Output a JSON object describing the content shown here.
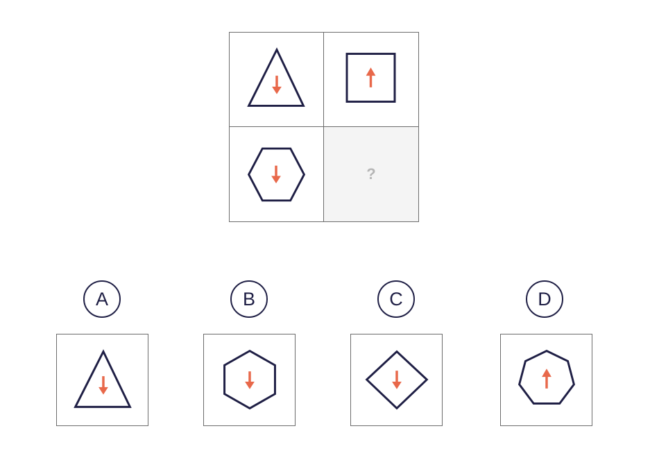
{
  "puzzle": {
    "missing_label": "?",
    "cells": [
      {
        "shape": "triangle",
        "arrow": "down"
      },
      {
        "shape": "square",
        "arrow": "up"
      },
      {
        "shape": "hexagon",
        "arrow": "down"
      },
      {
        "shape": "missing"
      }
    ]
  },
  "options": [
    {
      "label": "A",
      "shape": "triangle",
      "arrow": "down"
    },
    {
      "label": "B",
      "shape": "hexagon",
      "arrow": "down"
    },
    {
      "label": "C",
      "shape": "diamond",
      "arrow": "down"
    },
    {
      "label": "D",
      "shape": "heptagon",
      "arrow": "up"
    }
  ],
  "colors": {
    "outline": "#1f1f45",
    "arrow": "#e8684a",
    "border": "#6b6b6b",
    "missing_bg": "#f4f4f4"
  }
}
